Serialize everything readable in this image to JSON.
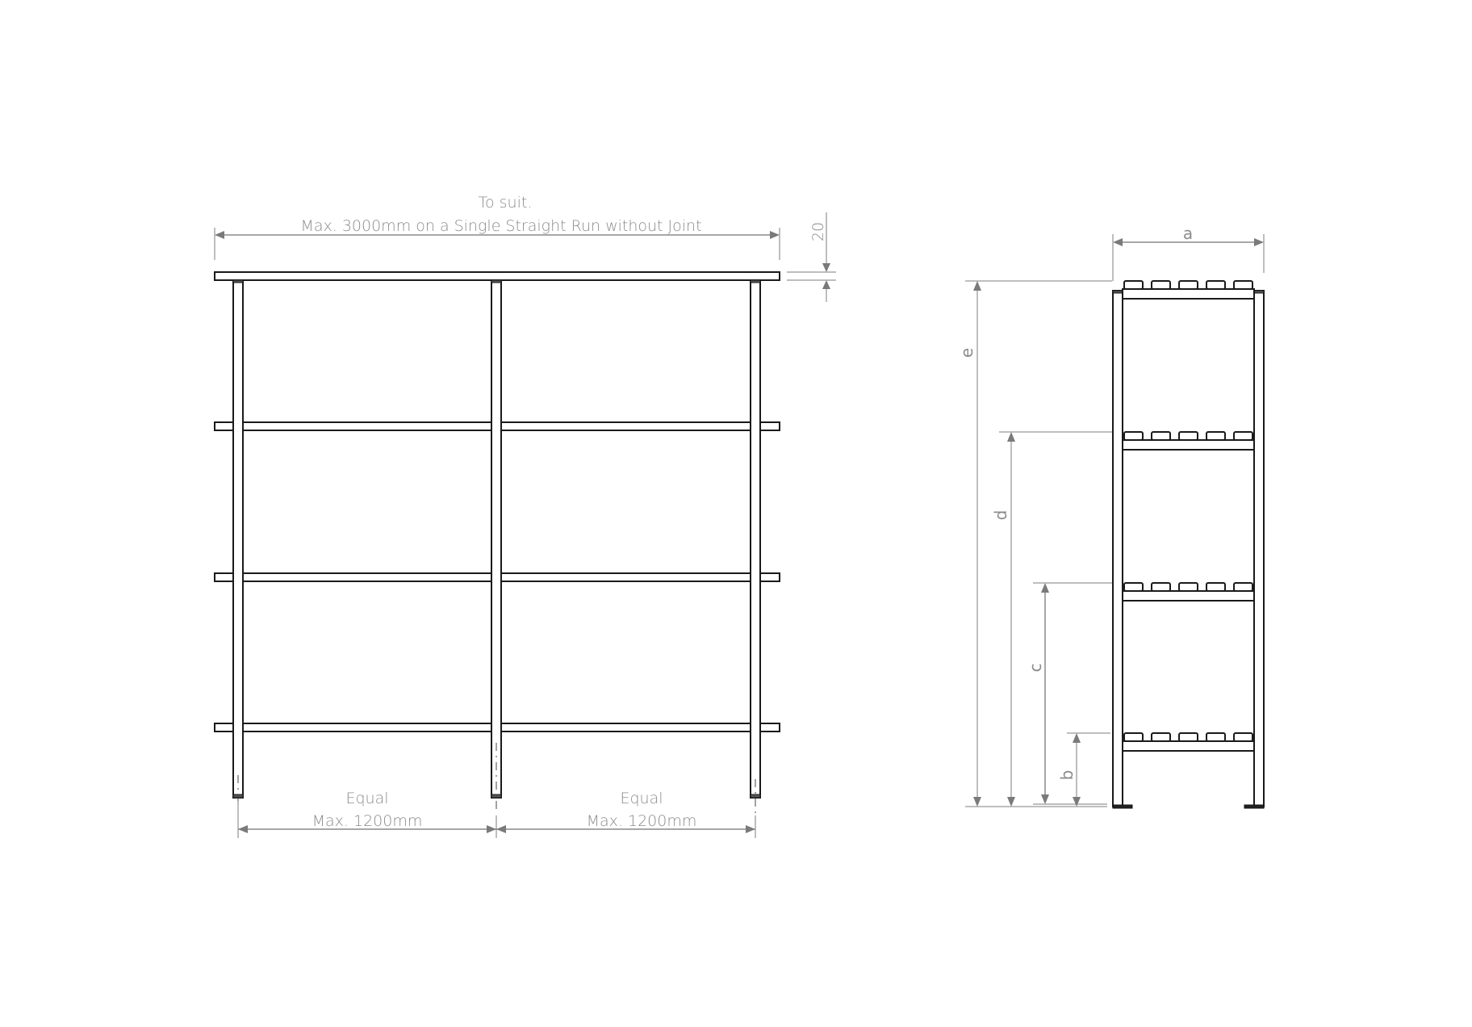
{
  "front_view": {
    "overall_dimension": {
      "line1": "To suit.",
      "line2": "Max. 3000mm on a Single Straight Run without Joint"
    },
    "shelf_thickness": {
      "value": "20"
    },
    "bay_left": {
      "line1": "Equal",
      "line2": "Max. 1200mm"
    },
    "bay_right": {
      "line1": "Equal",
      "line2": "Max. 1200mm"
    },
    "shelf_count": 4,
    "post_count": 3
  },
  "side_view": {
    "labels": {
      "a": "a",
      "b": "b",
      "c": "c",
      "d": "d",
      "e": "e"
    },
    "levels": 4,
    "slats_per_level": 5
  },
  "colors": {
    "object_line": "#1a1a1a",
    "dimension_line": "#8a8a8a",
    "label_text": "#8c8c8c",
    "background": "#ffffff"
  }
}
